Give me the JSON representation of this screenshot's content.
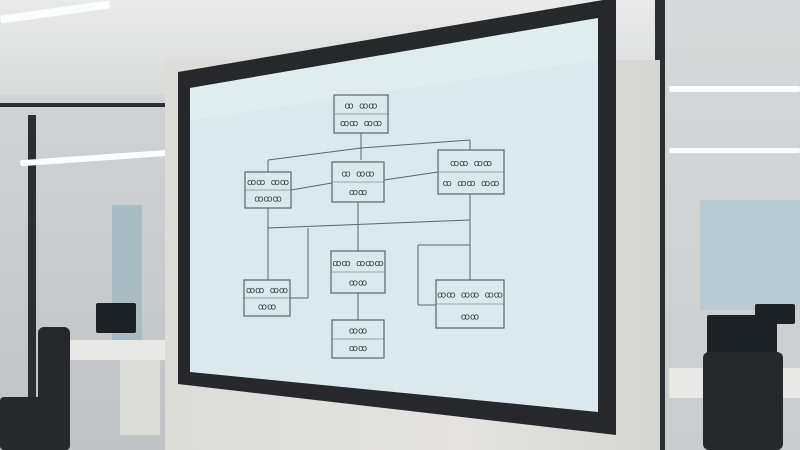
{
  "scene": "office",
  "diagram": {
    "nodes": [
      {
        "id": "top",
        "lines": [
          "ꝏ ꝏꝏ",
          "ꝏꝏ ꝏꝏ"
        ]
      },
      {
        "id": "mid-left",
        "lines": [
          "ꝏꝏ ꝏꝏ",
          "ꝏꝏꝏ"
        ]
      },
      {
        "id": "mid-center",
        "lines": [
          "ꝏ ꝏꝏ",
          "ꝏꝏ"
        ]
      },
      {
        "id": "mid-right",
        "lines": [
          "ꝏꝏ ꝏꝏ",
          "ꝏ ꝏꝏ ꝏꝏ"
        ]
      },
      {
        "id": "low-left",
        "lines": [
          "ꝏꝏ ꝏꝏ",
          "ꝏꝏ"
        ]
      },
      {
        "id": "low-center",
        "lines": [
          "ꝏꝏ ꝏꝏꝏ",
          "ꝏꝏ"
        ]
      },
      {
        "id": "low-right",
        "lines": [
          "ꝏꝏ ꝏꝏ ꝏꝏ",
          "ꝏꝏ"
        ]
      },
      {
        "id": "bottom",
        "lines": [
          "ꝏꝏ",
          "ꝏꝏ"
        ]
      }
    ]
  },
  "colors": {
    "screen": "#d9e9ee",
    "screen_frame": "#26282b",
    "line": "#5c666d"
  }
}
